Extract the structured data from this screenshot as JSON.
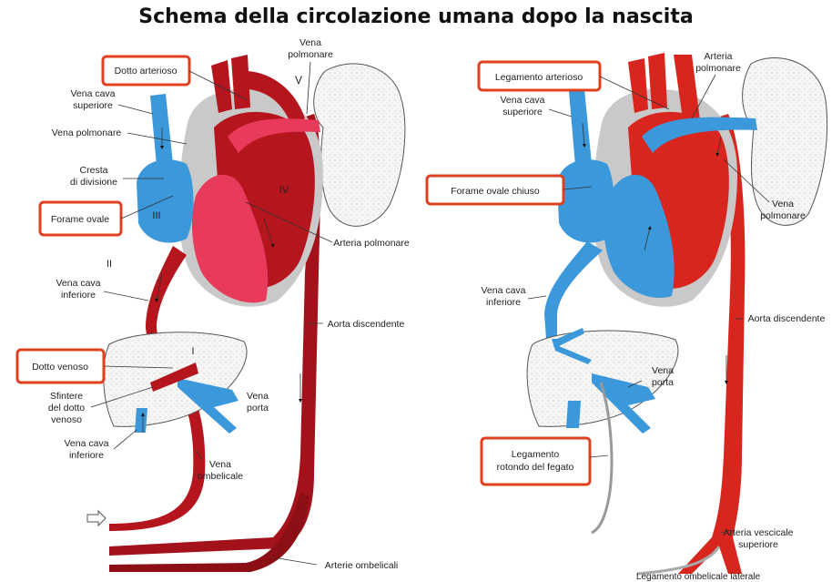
{
  "title": "Schema della circolazione umana dopo la nascita",
  "colors": {
    "artery_red": "#d8261f",
    "dark_red": "#a3121a",
    "vein_blue": "#3a98db",
    "pulmonary_pink": "#e83a5a",
    "highlight_box": "#e0401f",
    "lung_fill": "#f4f4f2"
  },
  "left": {
    "boxed": {
      "dotto_arterioso": "Dotto arterioso",
      "forame_ovale": "Forame ovale",
      "dotto_venoso": "Dotto venoso"
    },
    "labels": {
      "vena_polmonare_top_1": "Vena",
      "vena_polmonare_top_2": "polmonare",
      "roman_v": "V",
      "vena_cava_sup_1": "Vena cava",
      "vena_cava_sup_2": "superiore",
      "vena_polmonare": "Vena polmonare",
      "cresta_1": "Cresta",
      "cresta_2": "di divisione",
      "roman_iii": "III",
      "roman_iv": "IV",
      "arteria_polmonare": "Arteria polmonare",
      "roman_ii": "II",
      "vena_cava_inf_1": "Vena cava",
      "vena_cava_inf_2": "inferiore",
      "aorta_discendente": "Aorta discendente",
      "roman_i": "I",
      "sfintere_1": "Sfintere",
      "sfintere_2": "del dotto",
      "sfintere_3": "venoso",
      "vena_porta_1": "Vena",
      "vena_porta_2": "porta",
      "vena_cava_inf_b_1": "Vena cava",
      "vena_cava_inf_b_2": "inferiore",
      "vena_ombelicale_1": "Vena",
      "vena_ombelicale_2": "ombelicale",
      "arterie_ombelicali": "Arterie ombelicali"
    }
  },
  "right": {
    "boxed": {
      "legamento_arterioso": "Legamento arterioso",
      "forame_ovale_chiuso": "Forame ovale chiuso",
      "legamento_rotondo_1": "Legamento",
      "legamento_rotondo_2": "rotondo del fegato"
    },
    "labels": {
      "arteria_polmonare_1": "Arteria",
      "arteria_polmonare_2": "polmonare",
      "vena_cava_sup_1": "Vena cava",
      "vena_cava_sup_2": "superiore",
      "vena_polmonare_1": "Vena",
      "vena_polmonare_2": "polmonare",
      "vena_cava_inf_1": "Vena cava",
      "vena_cava_inf_2": "inferiore",
      "aorta_discendente": "Aorta discendente",
      "vena_porta_1": "Vena",
      "vena_porta_2": "porta",
      "arteria_vescicale_1": "Arteria vescicale",
      "arteria_vescicale_2": "superiore",
      "legamento_ombelicale": "Legamento ombelicale laterale"
    }
  }
}
